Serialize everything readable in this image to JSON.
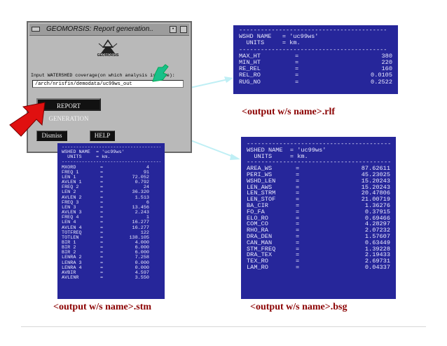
{
  "dialog": {
    "title": "GEOMORSIS: Report generation..",
    "logo_text": "GEOMORSIS",
    "prompt": "Input WATERSHED coverage(on which analysis is done):",
    "path_value": "/arch/nrisfin/demodata/uc99ws_out",
    "generate_label": "REPORT GENERATION",
    "dismiss_label": "Dismiss",
    "help_label": "HELP"
  },
  "rlf": {
    "dashes": "-----------------------------------------",
    "name_line": "WSHD NAME   = 'uc99ws'",
    "units_line": "  UNITS     = km.",
    "rows": [
      {
        "k": "MAX_HT",
        "v": "380"
      },
      {
        "k": "MIN_HT",
        "v": "220"
      },
      {
        "k": "RE_REL",
        "v": "160"
      },
      {
        "k": "REL_RO",
        "v": "0.0105"
      },
      {
        "k": "RUG_NO",
        "v": "0.2522"
      }
    ],
    "caption": "<output w/s name>.rlf"
  },
  "bsg": {
    "dashes": "----------------------------------------",
    "name_line": "WSHED NAME  = 'uc99ws'",
    "units_line": "  UNITS     = km.",
    "rows": [
      {
        "k": "AREA_WS",
        "v": "87.62611"
      },
      {
        "k": "PERI_WS",
        "v": "45.23025"
      },
      {
        "k": "WSHD_LEN",
        "v": "15.20243"
      },
      {
        "k": "LEN_AWS",
        "v": "15.20243"
      },
      {
        "k": "LEN_STRM",
        "v": "20.47806"
      },
      {
        "k": "LEN_STOF",
        "v": "21.00719"
      },
      {
        "k": "BA_CIR",
        "v": "1.36276"
      },
      {
        "k": "FO_FA",
        "v": "0.37915"
      },
      {
        "k": "ELO_RO",
        "v": "0.69466"
      },
      {
        "k": "COM_CO",
        "v": "4.28297"
      },
      {
        "k": "RHO_RA",
        "v": "2.07232"
      },
      {
        "k": "DRA_DEN",
        "v": "1.57607"
      },
      {
        "k": "CAN_MAN",
        "v": "0.63449"
      },
      {
        "k": "STM_FREQ",
        "v": "1.39228"
      },
      {
        "k": "DRA_TEX",
        "v": "2.19433"
      },
      {
        "k": "TEX_RO",
        "v": "2.69731"
      },
      {
        "k": "LAM_RO",
        "v": "0.04337"
      }
    ],
    "caption": "<output w/s name>.bsg"
  },
  "stm": {
    "dashes": "----------------------------------------",
    "name_line": "WSHED NAME  = 'uc99ws'",
    "units_line": "  UNITS     = km.",
    "rows": [
      {
        "k": "MXORD",
        "v": "4"
      },
      {
        "k": "FREQ 1",
        "v": "91"
      },
      {
        "k": "LEN 1",
        "v": "72.052"
      },
      {
        "k": "AVLEN 1",
        "v": "0.792"
      },
      {
        "k": "FREQ 2",
        "v": "24"
      },
      {
        "k": "LEN 2",
        "v": "36.320"
      },
      {
        "k": "AVLEN 2",
        "v": "1.513"
      },
      {
        "k": "FREQ 3",
        "v": "6"
      },
      {
        "k": "LEN 3",
        "v": "13.456"
      },
      {
        "k": "AVLEN 3",
        "v": "2.243"
      },
      {
        "k": "FREQ 4",
        "v": "1"
      },
      {
        "k": "LEN 4",
        "v": "16.277"
      },
      {
        "k": "AVLEN 4",
        "v": "16.277"
      },
      {
        "k": "TOTFREQ",
        "v": "122"
      },
      {
        "k": "TOTLEN",
        "v": "138.105"
      },
      {
        "k": "BIR 1",
        "v": "4.000"
      },
      {
        "k": "BIR 2",
        "v": "6.000"
      },
      {
        "k": "BIR 2",
        "v": "6.000"
      },
      {
        "k": "LENRA 2",
        "v": "7.258"
      },
      {
        "k": "LENRA 3",
        "v": "0.000"
      },
      {
        "k": "LENRA 4",
        "v": "0.000"
      },
      {
        "k": "AVBIR",
        "v": "4.597"
      },
      {
        "k": "AVLENR",
        "v": "3.550"
      }
    ],
    "caption": "<output w/s name>.stm"
  },
  "colors": {
    "panel_bg": "#26269a",
    "caption": "#8b0000",
    "connector": "#bfeff5",
    "red_arrow": "#e01010",
    "green_arrow": "#19c08a"
  }
}
